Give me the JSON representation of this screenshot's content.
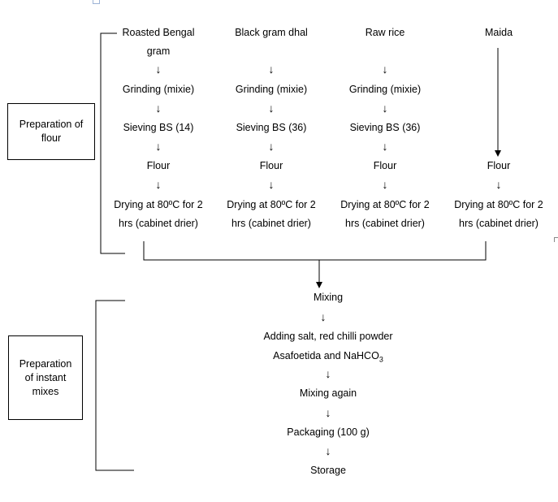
{
  "columns": [
    {
      "name": "Roasted Bengal gram",
      "line1": "Roasted Bengal",
      "line2": "gram",
      "steps": [
        "Grinding (mixie)",
        "Sieving BS (14)",
        "Flour"
      ],
      "drying": [
        "Drying at 80ºC for 2",
        "hrs (cabinet drier)"
      ]
    },
    {
      "name": "Black gram dhal",
      "line1": "Black gram dhal",
      "line2": "",
      "steps": [
        "Grinding (mixie)",
        "Sieving BS (36)",
        "Flour"
      ],
      "drying": [
        "Drying at 80ºC for 2",
        "hrs (cabinet drier)"
      ]
    },
    {
      "name": "Raw rice",
      "line1": "Raw rice",
      "line2": "",
      "steps": [
        "Grinding (mixie)",
        "Sieving BS (36)",
        "Flour"
      ],
      "drying": [
        "Drying at 80ºC for 2",
        "hrs (cabinet drier)"
      ]
    },
    {
      "name": "Maida",
      "line1": "Maida",
      "line2": "",
      "steps": [
        "Flour"
      ],
      "drying": [
        "Drying at 80ºC for 2",
        "hrs (cabinet drier)"
      ]
    }
  ],
  "stage_labels": {
    "flour": [
      "Preparation of",
      "flour"
    ],
    "mixes": [
      "Preparation",
      "of instant",
      "mixes"
    ]
  },
  "process": {
    "mixing": "Mixing",
    "adding_line1": "Adding salt, red chilli powder",
    "adding_line2_prefix": "Asafoetida and NaHCO",
    "adding_line2_sub": "3",
    "mixing_again": "Mixing again",
    "packaging": "Packaging (100 g)",
    "storage": "Storage"
  },
  "arrow_glyph": "↓"
}
